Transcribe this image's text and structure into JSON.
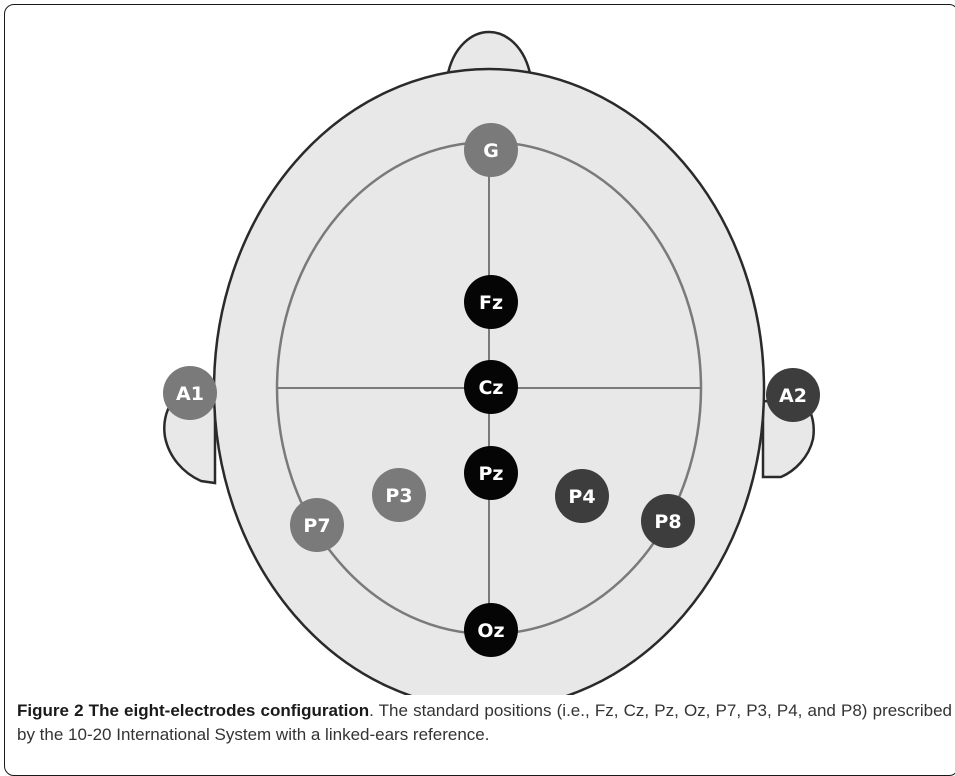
{
  "electrodes": [
    {
      "id": "G",
      "label": "G",
      "color": "#7a7a7a"
    },
    {
      "id": "Fz",
      "label": "Fz",
      "color": "#050505"
    },
    {
      "id": "Cz",
      "label": "Cz",
      "color": "#050505"
    },
    {
      "id": "Pz",
      "label": "Pz",
      "color": "#050505"
    },
    {
      "id": "Oz",
      "label": "Oz",
      "color": "#050505"
    },
    {
      "id": "A1",
      "label": "A1",
      "color": "#7a7a7a"
    },
    {
      "id": "A2",
      "label": "A2",
      "color": "#3d3d3d"
    },
    {
      "id": "P3",
      "label": "P3",
      "color": "#7a7a7a"
    },
    {
      "id": "P4",
      "label": "P4",
      "color": "#3d3d3d"
    },
    {
      "id": "P7",
      "label": "P7",
      "color": "#7a7a7a"
    },
    {
      "id": "P8",
      "label": "P8",
      "color": "#3d3d3d"
    }
  ],
  "colors": {
    "head_fill": "#e8e8e8",
    "head_stroke": "#2a2a2a",
    "grid_stroke": "#7a7a7a"
  },
  "caption": {
    "title": "Figure 2 The eight-electrodes configuration",
    "text": ". The standard positions (i.e., Fz, Cz, Pz, Oz, P7, P3, P4, and P8) prescribed by the 10-20 International System with a linked-ears reference."
  }
}
